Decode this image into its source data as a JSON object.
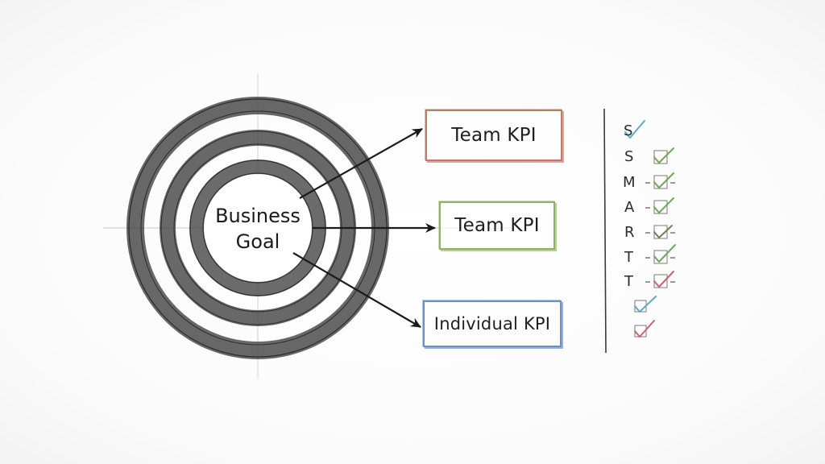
{
  "diagram": {
    "center": {
      "line1": "Business",
      "line2": "Goal"
    },
    "kpis": [
      {
        "label": "Team KPI",
        "color": "#c07a6c"
      },
      {
        "label": "Team KPI",
        "color": "#8db36a"
      },
      {
        "label": "Individual KPI",
        "color": "#6b8fbf"
      }
    ],
    "smart": {
      "letters": [
        "S",
        "S",
        "M",
        "A",
        "R",
        "T",
        "T"
      ],
      "check_colors": [
        "#5fa8c9",
        "#6fa85a",
        "#6fa85a",
        "#6fa85a",
        "#7a7a55",
        "#6fa85a",
        "#c9646b",
        "#5fa8c9",
        "#c9646b"
      ]
    }
  }
}
